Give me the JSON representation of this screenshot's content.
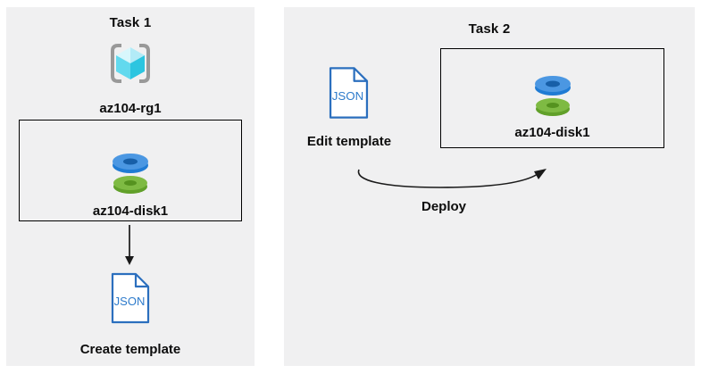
{
  "diagram": {
    "task1": {
      "title": "Task 1",
      "resource_group_label": "az104-rg1",
      "disk_label": "az104-disk1",
      "file_icon_text": "JSON",
      "caption": "Create template"
    },
    "task2": {
      "title": "Task 2",
      "file_icon_text": "JSON",
      "file_caption": "Edit template",
      "disk_label": "az104-disk1",
      "arrow_label": "Deploy"
    }
  },
  "colors": {
    "panel_background": "#f0f0f1",
    "box_border": "#000000",
    "text": "#0d0d0d",
    "arrow_black": "#1a1a1a",
    "json_icon_blue": "#2b6fbe",
    "json_text_blue": "#2e7bcb",
    "disk_blue_top": "#4b97e2",
    "disk_blue_side": "#1f7bd4",
    "disk_blue_hole": "#175fa8",
    "disk_green_top": "#7eba43",
    "disk_green_side": "#61a02a",
    "disk_green_hole": "#55921f",
    "cube_top_left": "#d8f7fc",
    "cube_top_right": "#b2ebf7",
    "cube_face_left": "#62d9ee",
    "cube_face_right": "#2cc5e0",
    "bracket_gray": "#999999"
  },
  "icons": {
    "resource_group": "resource-group-icon",
    "managed_disk": "managed-disk-icon",
    "json_file": "json-file-icon",
    "down_arrow": "arrow-down-icon",
    "deploy_arrow": "curved-arrow-icon"
  }
}
